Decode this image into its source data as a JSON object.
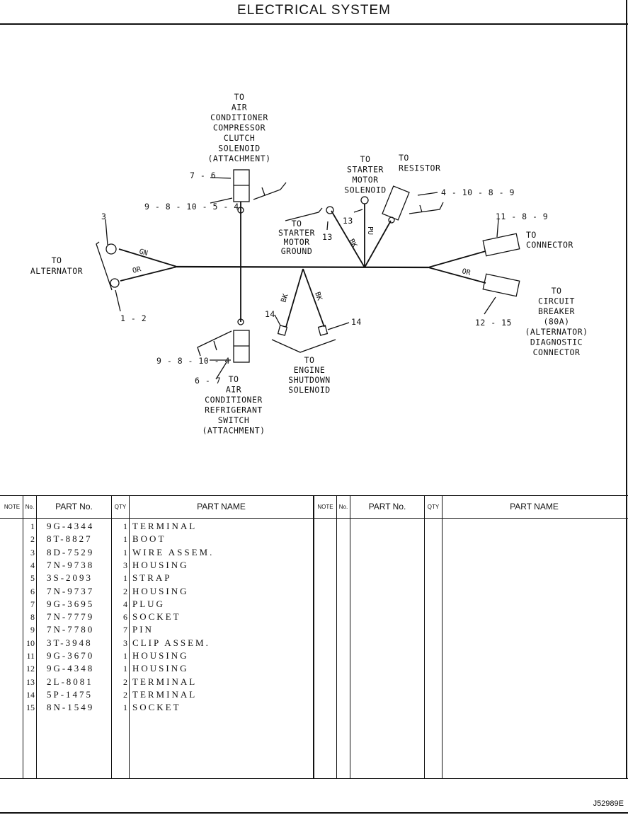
{
  "title": "ELECTRICAL SYSTEM",
  "diagram": {
    "labels": {
      "ac_compressor": [
        "TO",
        "AIR",
        "CONDITIONER",
        "COMPRESSOR",
        "CLUTCH",
        "SOLENOID",
        "(ATTACHMENT)"
      ],
      "starter_solenoid": [
        "TO",
        "STARTER",
        "MOTOR",
        "SOLENOID"
      ],
      "resistor": [
        "TO",
        "RESISTOR"
      ],
      "starter_ground": [
        "TO",
        "STARTER",
        "MOTOR",
        "GROUND"
      ],
      "alternator": [
        "TO",
        "ALTERNATOR"
      ],
      "connector": [
        "TO",
        "CONNECTOR"
      ],
      "circuit_breaker": [
        "TO",
        "CIRCUIT",
        "BREAKER",
        "(80A)",
        "(ALTERNATOR)",
        "DIAGNOSTIC",
        "CONNECTOR"
      ],
      "engine_shutdown": [
        "TO",
        "ENGINE",
        "SHUTDOWN",
        "SOLENOID"
      ],
      "ac_switch": [
        "TO",
        "AIR",
        "CONDITIONER",
        "REFRIGERANT",
        "SWITCH",
        "(ATTACHMENT)"
      ]
    },
    "callouts": {
      "c_7_6": "7 - 6",
      "c_9_8_10_5_4": "9 - 8 - 10 - 5 - 4",
      "c_3": "3",
      "c_1_2": "1 - 2",
      "c_13a": "13",
      "c_13b": "13",
      "c_4_10_8_9": "4 - 10 - 8 - 9",
      "c_11_8_9": "11 - 8 - 9",
      "c_12_15": "12 - 15",
      "c_14a": "14",
      "c_14b": "14",
      "c_9_8_10_4": "9 - 8 - 10 - 4",
      "c_6_7": "6 - 7"
    },
    "wires": {
      "gn": "GN",
      "or1": "OR",
      "or2": "OR",
      "bk1": "BK",
      "bk2": "BK",
      "bk3": "BK",
      "pu": "PU"
    }
  },
  "table": {
    "headers": {
      "note": "NOTE",
      "no": "No.",
      "part_no": "PART No.",
      "qty": "QTY",
      "part_name": "PART NAME"
    },
    "rows": [
      {
        "no": "1",
        "part": "9G-4344",
        "qty": "1",
        "name": "TERMINAL"
      },
      {
        "no": "2",
        "part": "8T-8827",
        "qty": "1",
        "name": "BOOT"
      },
      {
        "no": "3",
        "part": "8D-7529",
        "qty": "1",
        "name": "WIRE  ASSEM."
      },
      {
        "no": "4",
        "part": "7N-9738",
        "qty": "3",
        "name": "HOUSING"
      },
      {
        "no": "5",
        "part": "3S-2093",
        "qty": "1",
        "name": "STRAP"
      },
      {
        "no": "6",
        "part": "7N-9737",
        "qty": "2",
        "name": "HOUSING"
      },
      {
        "no": "7",
        "part": "9G-3695",
        "qty": "4",
        "name": "PLUG"
      },
      {
        "no": "8",
        "part": "7N-7779",
        "qty": "6",
        "name": "SOCKET"
      },
      {
        "no": "9",
        "part": "7N-7780",
        "qty": "7",
        "name": "PIN"
      },
      {
        "no": "10",
        "part": "3T-3948",
        "qty": "3",
        "name": "CLIP  ASSEM."
      },
      {
        "no": "11",
        "part": "9G-3670",
        "qty": "1",
        "name": "HOUSING"
      },
      {
        "no": "12",
        "part": "9G-4348",
        "qty": "1",
        "name": "HOUSING"
      },
      {
        "no": "13",
        "part": "2L-8081",
        "qty": "2",
        "name": "TERMINAL"
      },
      {
        "no": "14",
        "part": "5P-1475",
        "qty": "2",
        "name": "TERMINAL"
      },
      {
        "no": "15",
        "part": "8N-1549",
        "qty": "1",
        "name": "SOCKET"
      }
    ]
  },
  "figure_ref": "J52989E"
}
